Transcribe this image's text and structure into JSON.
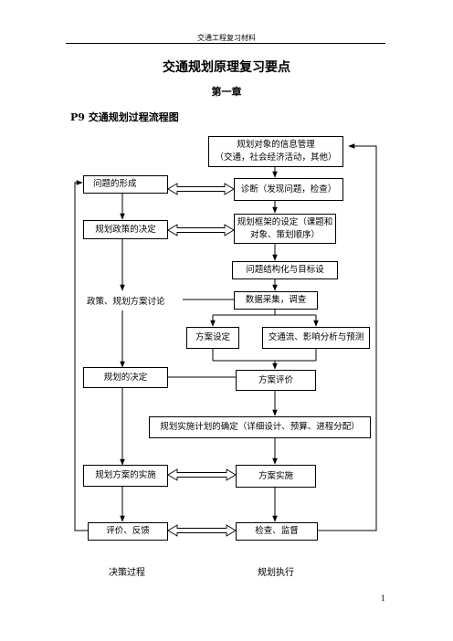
{
  "header": {
    "text": "交通工程复习材料"
  },
  "title": "交通规划原理复习要点",
  "chapter": "第一章",
  "section": "P9  交通规划过程流程图",
  "flow": {
    "info_line1": "规划对象的信息管理",
    "info_line2": "（交通，社会经济活动，其他）",
    "problem_formation": "问题的形成",
    "diagnosis": "诊断（发现问题，检查）",
    "policy_decision": "规划政策的决定",
    "framework_line1": "规划框架的设定（课题和",
    "framework_line2": "对象、策划顺序）",
    "structuring": "问题结构化与目标设",
    "policy_discussion": "政策、规划方案讨论",
    "data_collection": "数据采集，调查",
    "scheme_setting": "方案设定",
    "traffic_analysis": "交通流、影响分析与预测",
    "plan_decision": "规划的决定",
    "scheme_evaluation": "方案评价",
    "implementation_plan": "规划实施计划的确定（详细设计、预算、进程分配）",
    "plan_implementation": "规划方案的实施",
    "scheme_implementation": "方案实施",
    "evaluation_feedback": "评价、反馈",
    "inspection": "检查、监督"
  },
  "footer": {
    "left_label": "决策过程",
    "right_label": "规划执行",
    "page_number": "1"
  }
}
